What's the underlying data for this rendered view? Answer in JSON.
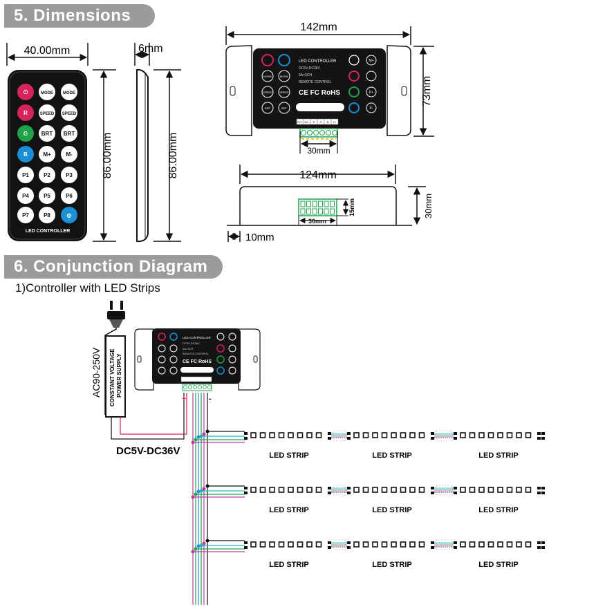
{
  "sections": {
    "dimensions_title": "5. Dimensions",
    "conjunction_title": "6. Conjunction Diagram",
    "subtitle": "1)Controller with LED Strips"
  },
  "remote": {
    "width_label": "40.00mm",
    "thickness_label": "6mm",
    "height_label": "86.00mm",
    "side_height_label": "86.00mm",
    "brand": "LED CONTROLLER",
    "buttons": [
      "⏻",
      "MODE",
      "MODE",
      "R",
      "SPEED",
      "SPEED",
      "G",
      "BRT",
      "BRT",
      "B",
      "M+",
      "M-",
      "P1",
      "P2",
      "P3",
      "P4",
      "P5",
      "P6",
      "P7",
      "P8",
      "◎"
    ]
  },
  "controller": {
    "width_label": "142mm",
    "height_label": "73mm",
    "terminal_label": "30mm",
    "title": "LED CONTROLLER",
    "line1": "DC5V-DC36V",
    "line2": "5A×3CH",
    "line3": "REMOTE CONTROL",
    "cert": "CE FC RoHS",
    "terminals": [
      "DC+",
      "DC-",
      "R",
      "G",
      "B",
      "V+"
    ],
    "buttons_left": [
      "MODE",
      "SPEED",
      "BRT"
    ],
    "buttons_right": [
      "M+",
      "P+",
      "P-"
    ]
  },
  "side_view": {
    "width_label": "124mm",
    "height_label": "30mm",
    "terminal_height_label": "15mm",
    "terminal_width_label": "30mm",
    "offset_label": "10mm"
  },
  "wiring": {
    "input_voltage": "AC90-250V",
    "psu_label_1": "CONSTANT VOLTAGE",
    "psu_label_2": "POWER SUPPLY",
    "output_voltage": "DC5V-DC36V",
    "plus": "+",
    "minus": "-",
    "strip_label": "LED STRIP"
  },
  "colors": {
    "red": "#d6235c",
    "green": "#1fa34a",
    "blue": "#1b8fd6",
    "cyan": "#1ab2c9",
    "magenta": "#c0399b",
    "gray": "#9b9b9b"
  }
}
